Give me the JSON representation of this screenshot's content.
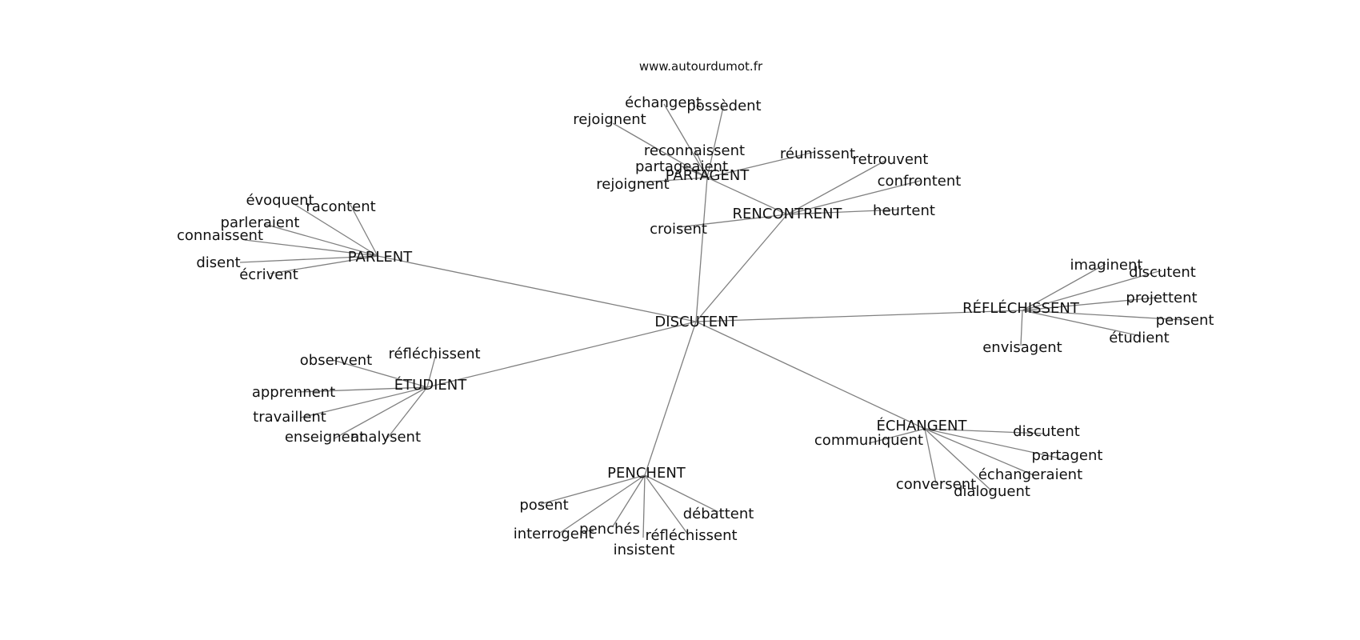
{
  "source": "www.autourdumot.fr",
  "center": {
    "id": "c",
    "label": "DISCUTENT"
  },
  "hubs": [
    {
      "id": "parlent",
      "label": "PARLENT",
      "leaves": [
        "évoquent",
        "racontent",
        "parleraient",
        "connaissent",
        "disent",
        "écrivent"
      ]
    },
    {
      "id": "partagent",
      "label": "PARTAGENT",
      "leaves": [
        "rejoignent",
        "échangent",
        "possèdent",
        "reconnaissent",
        "réunissent",
        "partageaient",
        "rejoignent",
        "retrouvent"
      ]
    },
    {
      "id": "rencontrent",
      "label": "RENCONTRENT",
      "leaves": [
        "retrouvent",
        "confrontent",
        "heurtent",
        "croisent"
      ]
    },
    {
      "id": "reflechissent",
      "label": "RÉFLÉCHISSENT",
      "leaves": [
        "imaginent",
        "discutent",
        "projettent",
        "pensent",
        "étudient",
        "envisagent"
      ]
    },
    {
      "id": "etudient",
      "label": "ÉTUDIENT",
      "leaves": [
        "observent",
        "réfléchissent",
        "apprennent",
        "travaillent",
        "enseignent",
        "analysent"
      ]
    },
    {
      "id": "echangent",
      "label": "ÉCHANGENT",
      "leaves": [
        "communiquent",
        "discutent",
        "partagent",
        "échangeraient",
        "dialoguent",
        "conversent"
      ]
    },
    {
      "id": "penchent",
      "label": "PENCHENT",
      "leaves": [
        "posent",
        "interrogent",
        "penchés",
        "insistent",
        "réfléchissent",
        "débattent"
      ]
    }
  ],
  "cross_links": [
    {
      "from": "partagent",
      "to": "rencontrent"
    }
  ]
}
